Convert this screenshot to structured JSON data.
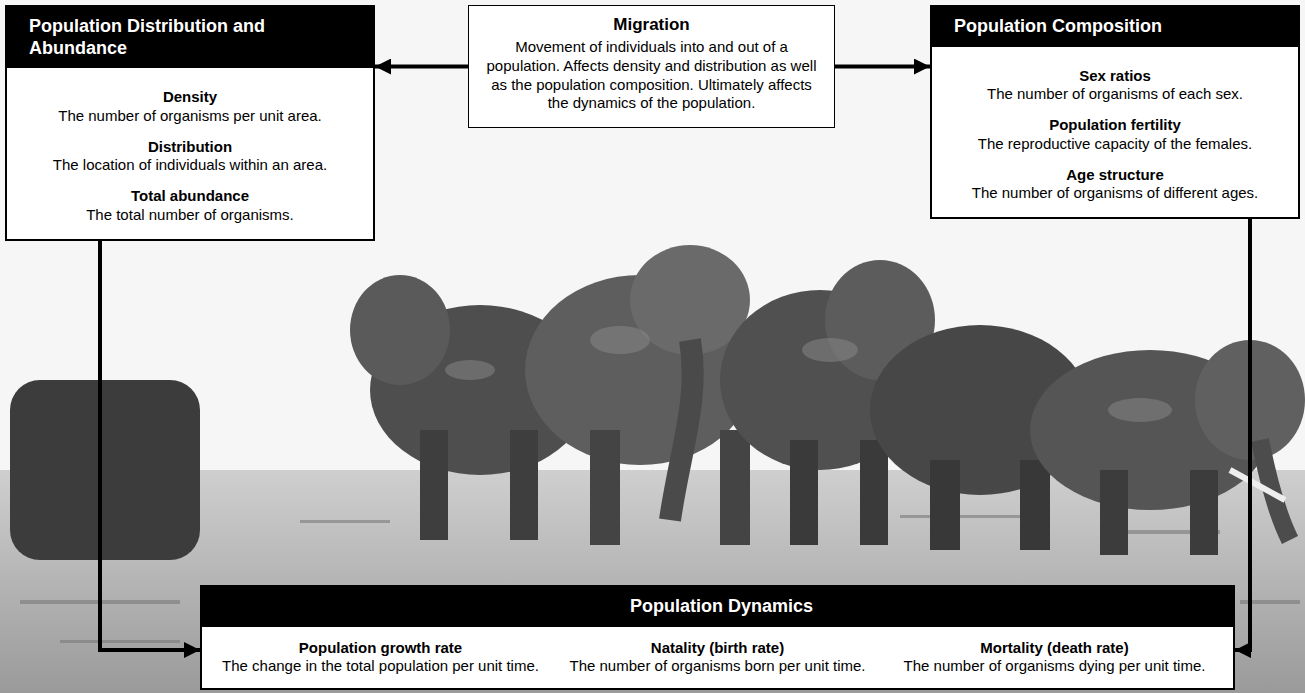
{
  "diagram": {
    "nodes": [
      {
        "text": [
          "Population Distribution and Abundance",
          "Density",
          "The number of organisms per unit area.",
          "Distribution",
          "The location of individuals within an area.",
          "Total abundance",
          "The total number of organisms."
        ]
      },
      {
        "text": [
          "Migration",
          "Movement of individuals into and out of a population. Affects density and distribution as well as the population composition. Ultimately affects the dynamics of the population."
        ]
      },
      {
        "text": [
          "Population Composition",
          "Sex ratios",
          "The number of organisms of each sex.",
          "Population fertility",
          "The reproductive capacity of the females.",
          "Age structure",
          "The number of organisms of different ages."
        ]
      },
      {
        "text": [
          "Population Dynamics",
          "Population growth rate",
          "The change in the total population per unit time.",
          "Natality (birth rate)",
          "The number of organisms born per unit time.",
          "Mortality (death rate)",
          "The number of organisms dying per unit time."
        ]
      }
    ],
    "edges": [
      {
        "from": 1,
        "to": 0,
        "arrow": "to"
      },
      {
        "from": 1,
        "to": 2,
        "arrow": "to"
      },
      {
        "from": 0,
        "to": 3,
        "arrow": "to"
      },
      {
        "from": 2,
        "to": 3,
        "arrow": "to"
      }
    ]
  }
}
